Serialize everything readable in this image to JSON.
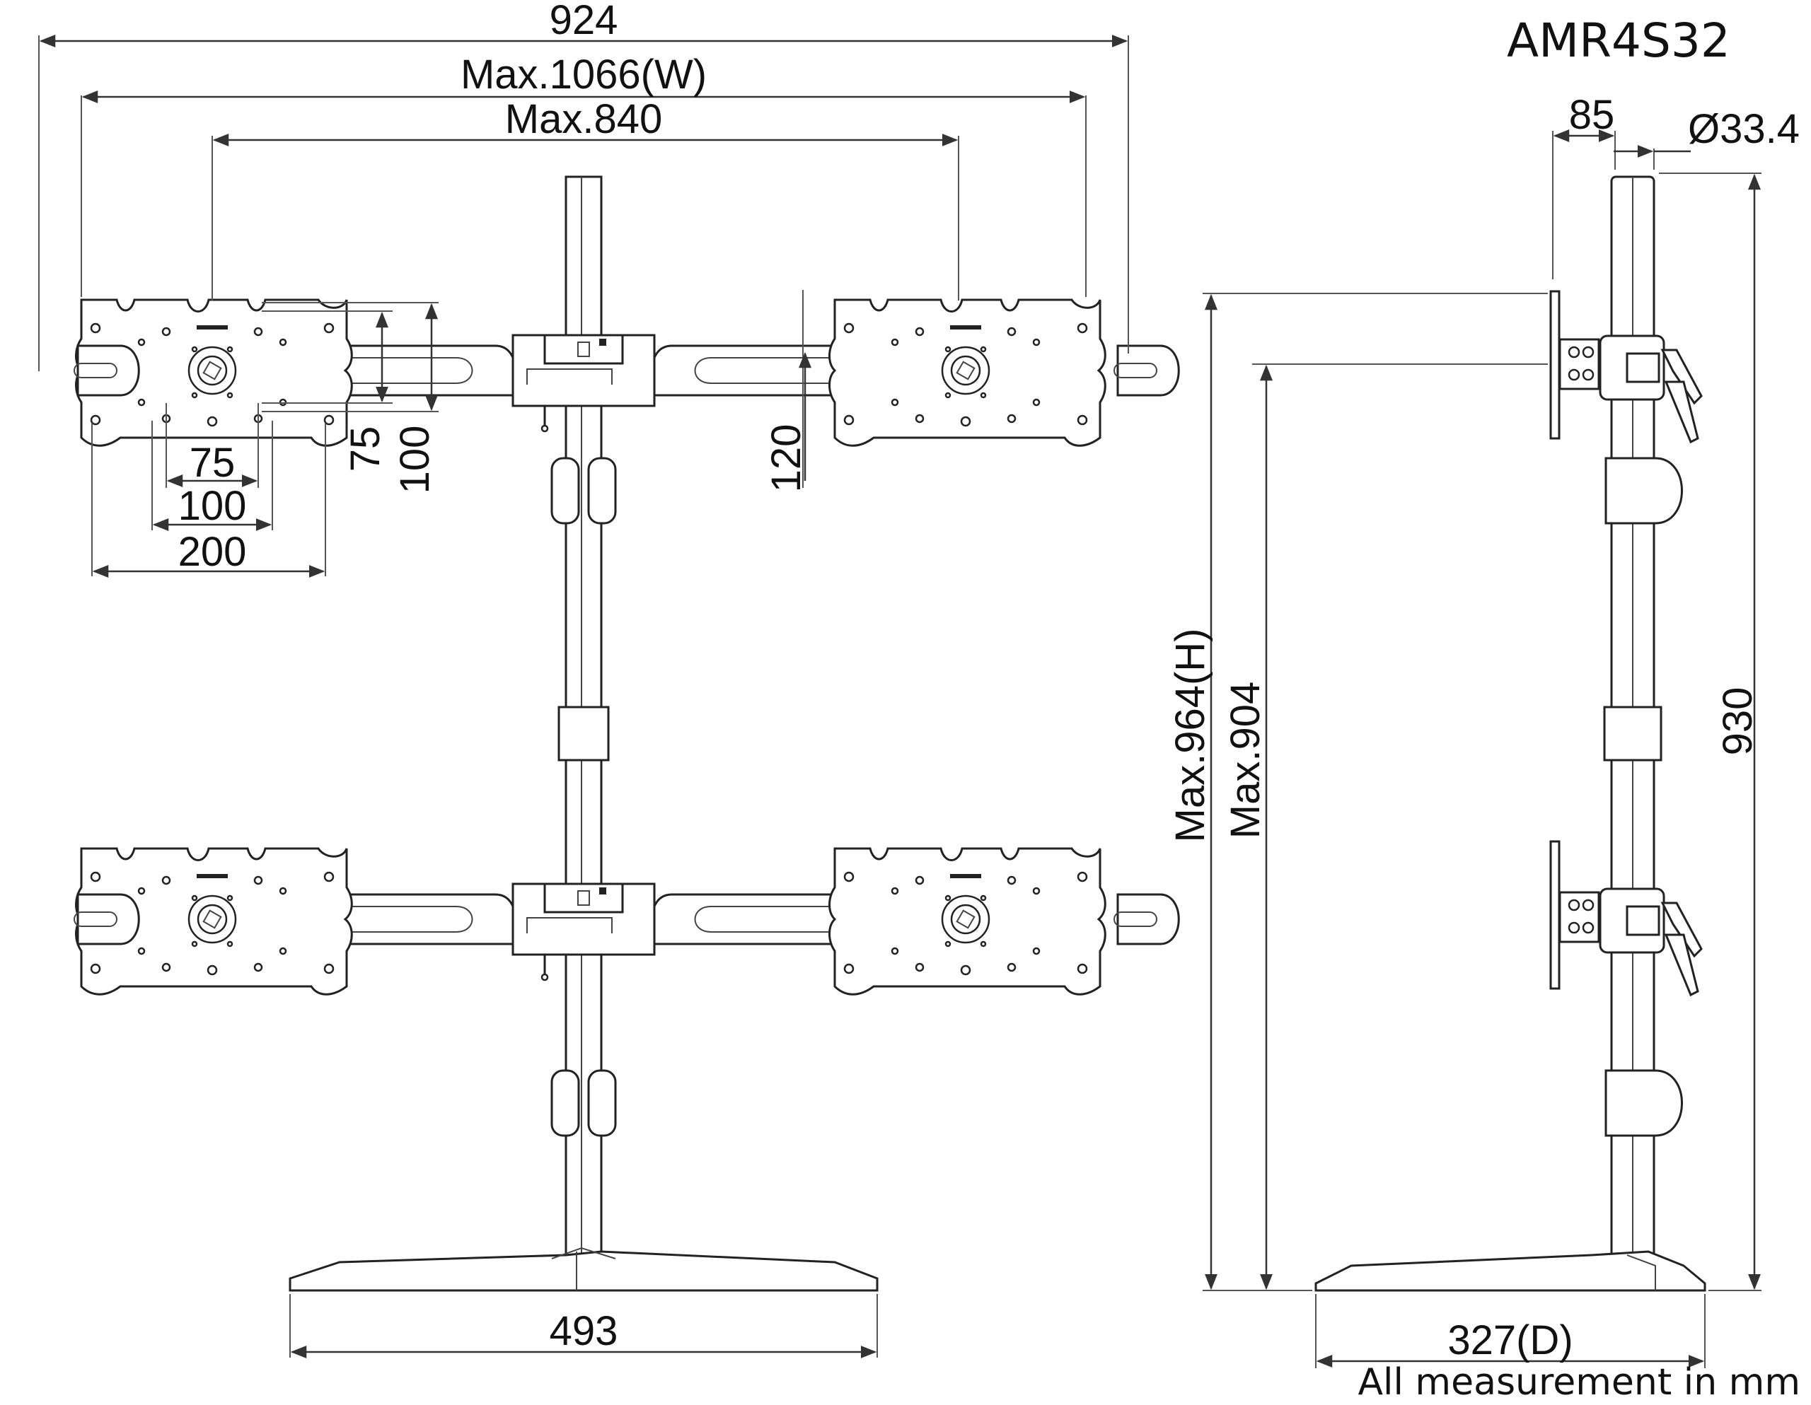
{
  "title": "AMR4S32",
  "footnote": "All measurement in mm",
  "front_view": {
    "dims": {
      "overall_width": "924",
      "max_width": "Max.1066(W)",
      "max_840": "Max.840",
      "vesa_75_h": "75",
      "vesa_100_h": "100",
      "vesa_200_h": "200",
      "vesa_75_v": "75",
      "vesa_100_v": "100",
      "plate_120": "120",
      "base_width": "493"
    }
  },
  "side_view": {
    "dims": {
      "depth_85": "85",
      "pole_diameter": "Ø33.4",
      "max_height": "Max.964(H)",
      "max_904": "Max.904",
      "pole_height": "930",
      "base_depth": "327(D)"
    }
  }
}
